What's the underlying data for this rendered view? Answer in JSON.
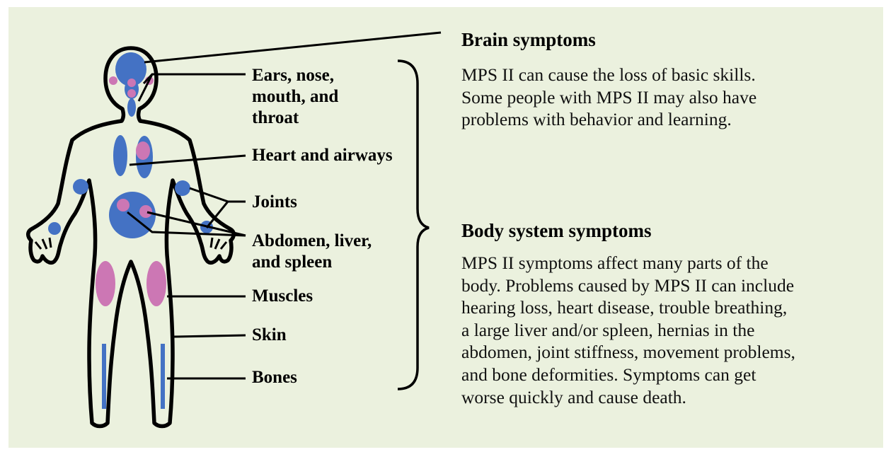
{
  "colors": {
    "background": "#ebf1de",
    "blue": "#4472c4",
    "pink": "#cc77b4",
    "outline": "#000000"
  },
  "labels": {
    "ears": [
      "Ears, nose,",
      "mouth, and",
      "throat"
    ],
    "heart": "Heart and airways",
    "joints": "Joints",
    "abdomen": [
      "Abdomen, liver,",
      "and spleen"
    ],
    "muscles": "Muscles",
    "skin": "Skin",
    "bones": "Bones"
  },
  "brain": {
    "heading": "Brain symptoms",
    "lines": [
      "MPS II can cause the loss of basic skills.",
      "Some people with MPS II may also have",
      "problems with behavior and learning."
    ]
  },
  "body": {
    "heading": "Body system symptoms",
    "lines": [
      "MPS II symptoms affect many parts of the",
      "body. Problems caused by MPS II can include",
      "hearing loss, heart disease, trouble breathing,",
      "a large liver and/or spleen, hernias in the",
      "abdomen, joint stiffness, movement problems,",
      "and bone deformities. Symptoms can get",
      "worse quickly and cause death."
    ]
  }
}
